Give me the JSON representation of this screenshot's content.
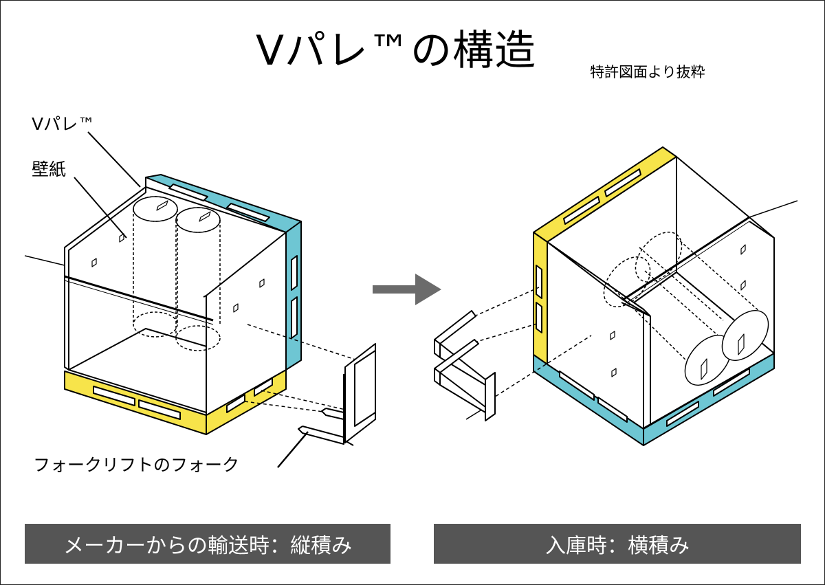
{
  "title": "Vパレ™の構造",
  "subtitle": "特許図面より抜粋",
  "labels": {
    "vpalette": "Vパレ™",
    "wallpaper": "壁紙",
    "fork": "フォークリフトのフォーク"
  },
  "captions": {
    "left": "メーカーからの輸送時：縦積み",
    "right": "入庫時：横積み"
  },
  "colors": {
    "yellow": "#f7e44a",
    "blue": "#6ec6d3",
    "caption_bg": "#555555",
    "arrow": "#6b6b6b"
  }
}
